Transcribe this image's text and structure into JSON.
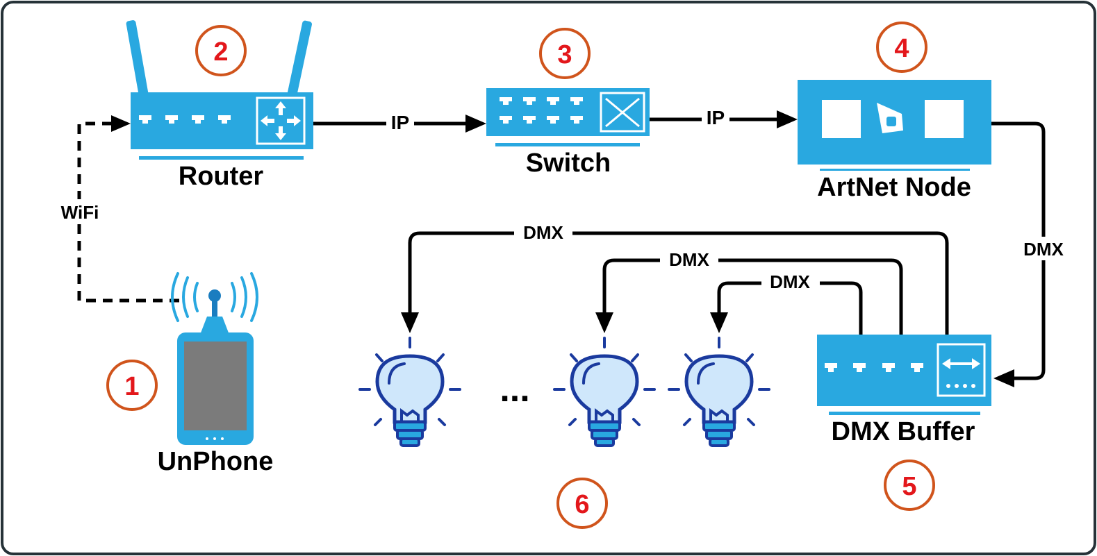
{
  "devices": {
    "phone": {
      "label": "UnPhone",
      "number": "1"
    },
    "router": {
      "label": "Router",
      "number": "2"
    },
    "switch": {
      "label": "Switch",
      "number": "3"
    },
    "artnet": {
      "label": "ArtNet Node",
      "number": "4"
    },
    "buffer": {
      "label": "DMX Buffer",
      "number": "5"
    },
    "lights": {
      "number": "6",
      "ellipsis": "..."
    }
  },
  "links": {
    "wifi": "WiFi",
    "router_switch": "IP",
    "switch_artnet": "IP",
    "artnet_buffer": "DMX",
    "buffer_light1": "DMX",
    "buffer_light2": "DMX",
    "buffer_light3": "DMX"
  },
  "colors": {
    "device": "#29a8e0",
    "number": "#e3171b",
    "number_ring": "#d0541c",
    "bulb_outline": "#1a3a9e",
    "bulb_fill": "#cfe7fb",
    "frame": "#263238"
  }
}
